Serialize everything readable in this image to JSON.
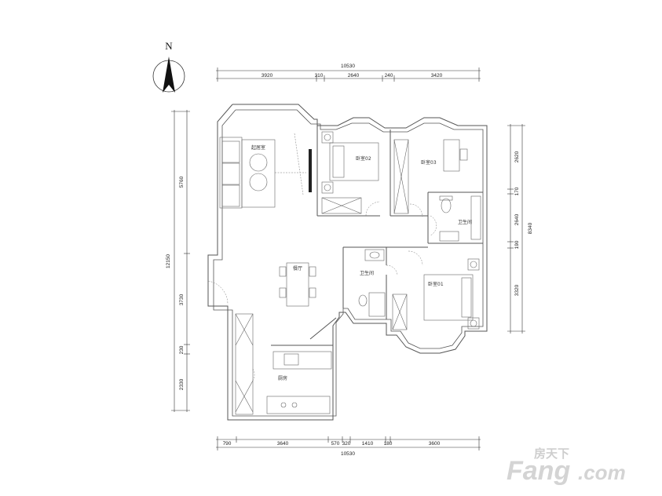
{
  "compass": {
    "north_label": "N"
  },
  "rooms": {
    "living": "起居室",
    "bedroom2": "卧室02",
    "bedroom3": "卧室03",
    "bath_top": "卫生间",
    "bath_mid": "卫生间",
    "dining": "餐厅",
    "master": "卧室01",
    "kitchen": "厨房"
  },
  "dims_top": {
    "total": "10530",
    "segments": [
      "3920",
      "310",
      "2640",
      "240",
      "3420"
    ]
  },
  "dims_bottom": {
    "total": "10530",
    "segments": [
      "790",
      "3640",
      "570",
      "320",
      "1410",
      "180",
      "3600"
    ]
  },
  "dims_left": {
    "total": "12150",
    "segments": [
      "5760",
      "3730",
      "230",
      "2330"
    ]
  },
  "dims_right": {
    "total": "8340",
    "segments": [
      "2620",
      "170",
      "2640",
      "190",
      "3320"
    ]
  },
  "watermark": {
    "brand_cn": "房天下",
    "brand_en": "Fang",
    "suffix": ".com"
  }
}
